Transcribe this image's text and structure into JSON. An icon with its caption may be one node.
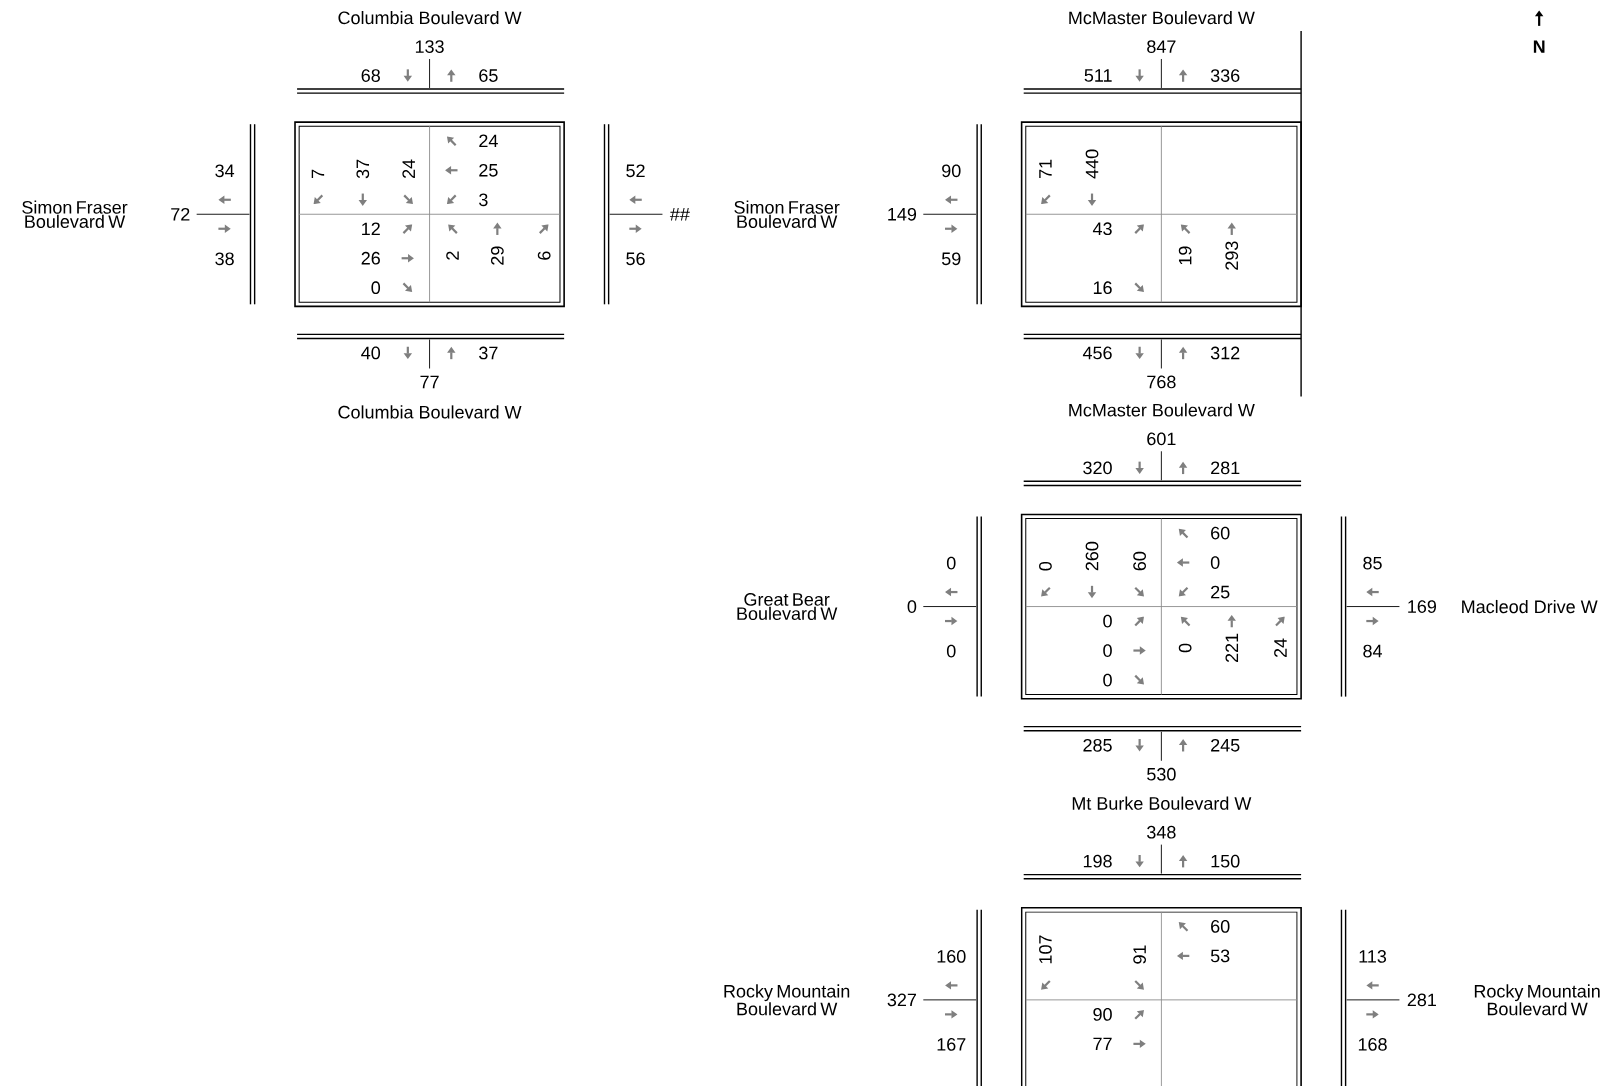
{
  "diagram": {
    "labels": [
      "Columbia Boulevard W",
      "133",
      "68",
      "65",
      "Simon Fraser Boulevard W",
      "34",
      "72",
      "38",
      "24",
      "25",
      "3",
      "7",
      "37",
      "24",
      "12",
      "26",
      "0",
      "2",
      "29",
      "6",
      "52",
      "##",
      "56",
      "40",
      "37",
      "77",
      "Columbia Boulevard W",
      "McMaster Boulevard W",
      "847",
      "511",
      "336",
      "Simon Fraser Boulevard W",
      "90",
      "149",
      "59",
      "71",
      "440",
      "43",
      "16",
      "19",
      "293",
      "456",
      "312",
      "768",
      "McMaster Boulevard W",
      "601",
      "320",
      "281",
      "Great Bear Boulevard W",
      "0",
      "0",
      "0",
      "60",
      "0",
      "25",
      "0",
      "260",
      "60",
      "0",
      "0",
      "0",
      "0",
      "221",
      "24",
      "85",
      "169",
      "84",
      "Macleod Drive W",
      "285",
      "245",
      "530",
      "Mt Burke Boulevard W",
      "348",
      "198",
      "150",
      "Rocky Mountain Boulevard W",
      "160",
      "327",
      "167",
      "60",
      "53",
      "107",
      "91",
      "90",
      "77",
      "113",
      "281",
      "168",
      "Rocky Mountain Boulevard W",
      "N"
    ]
  }
}
